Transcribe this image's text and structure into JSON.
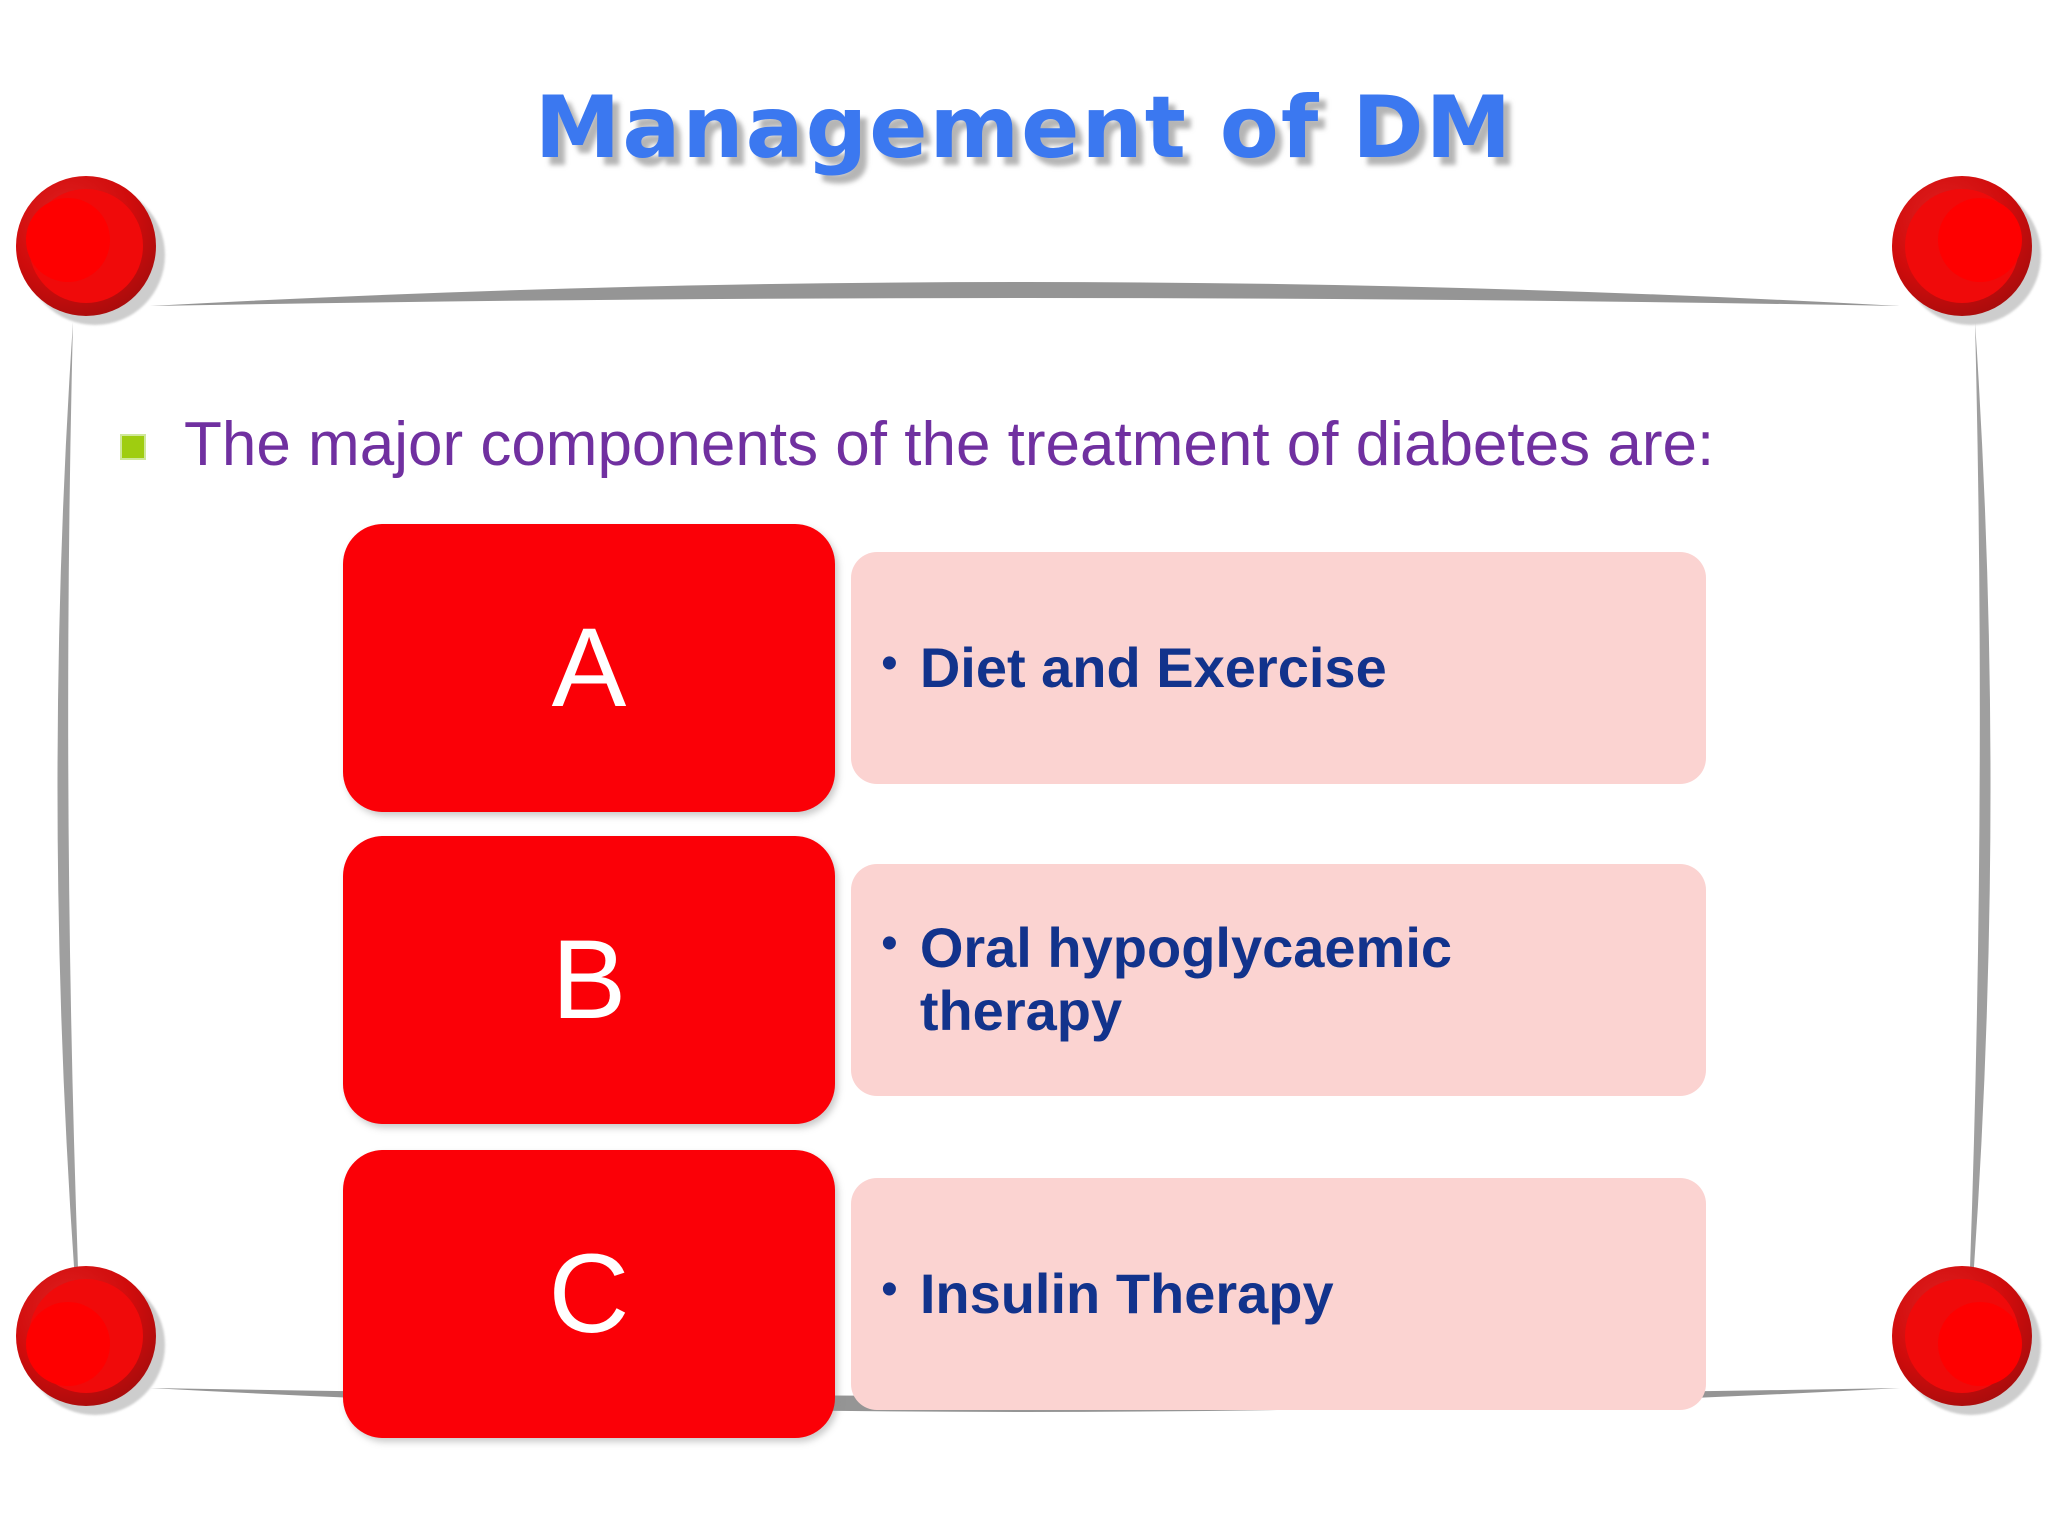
{
  "slide": {
    "title": "Management of DM",
    "title_color": "#3B78F0",
    "background_color": "#FFFFFF"
  },
  "lead": {
    "bullet_glyph": "",
    "bullet_color": "#9FCD10",
    "text": "The major components of the treatment of diabetes are:",
    "text_color": "#7030A0"
  },
  "components": {
    "letter_box_color": "#FB0007",
    "detail_box_color": "#FBD3D1",
    "detail_text_color": "#12338C",
    "letter_text_color": "#FFFFFF",
    "rows": [
      {
        "letter": "A",
        "bullet": "•",
        "text": "Diet and Exercise"
      },
      {
        "letter": "B",
        "bullet": "•",
        "text": "Oral hypoglycaemic therapy"
      },
      {
        "letter": "C",
        "bullet": "•",
        "text": "Insulin Therapy"
      }
    ]
  },
  "decoration": {
    "corner_ornament": "red-concentric-circle",
    "corner_count": 4,
    "frame_line_color": "#9A9A9A"
  }
}
